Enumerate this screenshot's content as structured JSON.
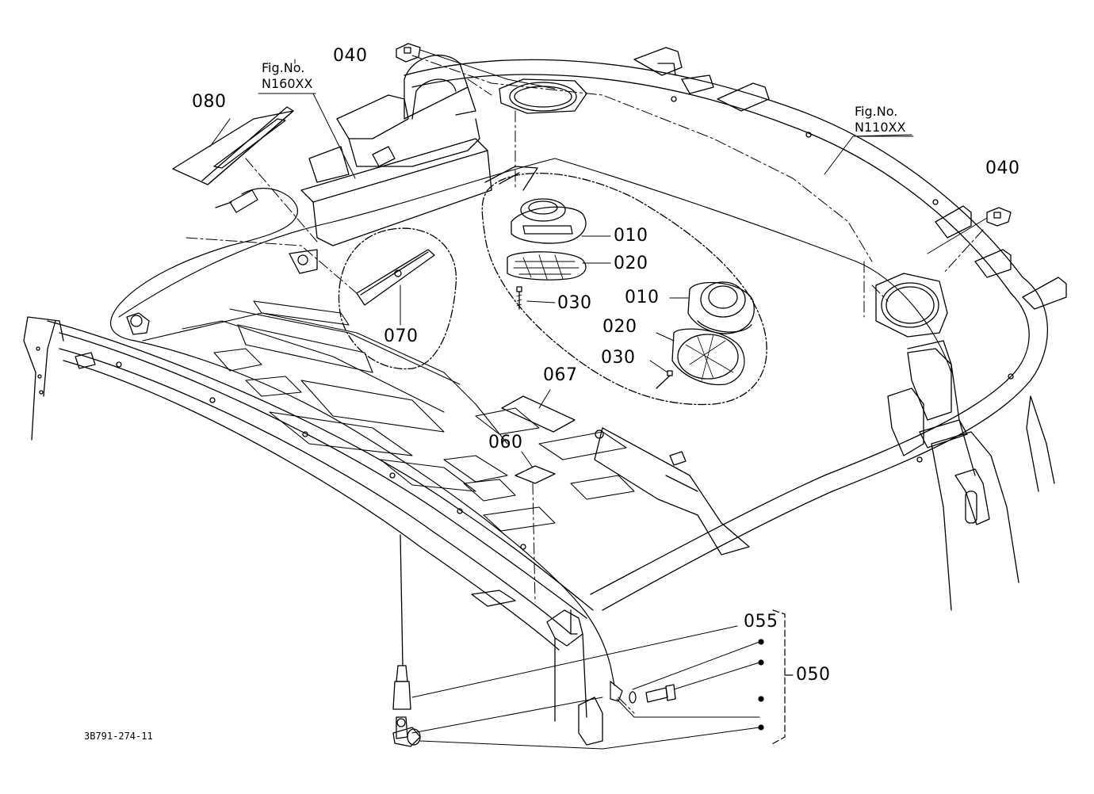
{
  "diagram": {
    "drawing_number": "3B791-274-11",
    "figure_refs": [
      {
        "id": "n160",
        "line1": "Fig.No.",
        "line2": "N160XX"
      },
      {
        "id": "n110",
        "line1": "Fig.No.",
        "line2": "N110XX"
      }
    ],
    "part_labels": {
      "p040a": "040",
      "p040b": "040",
      "p080": "080",
      "p010a": "010",
      "p020a": "020",
      "p030a": "030",
      "p010b": "010",
      "p020b": "020",
      "p030b": "030",
      "p070": "070",
      "p067": "067",
      "p060": "060",
      "p055": "055",
      "p050": "050"
    }
  }
}
